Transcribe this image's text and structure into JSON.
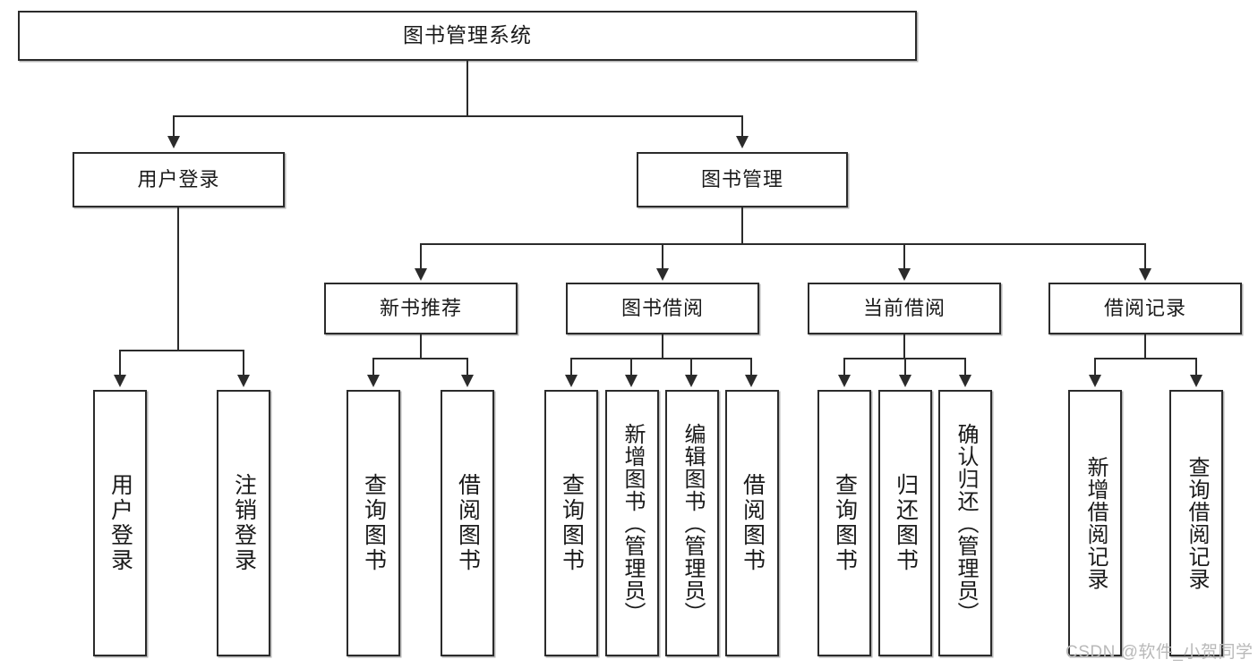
{
  "diagram": {
    "type": "tree-hierarchy",
    "title": "图书管理系统",
    "watermark": "CSDN @软件_小贺同学",
    "colors": {
      "box_border": "#2b2b2b",
      "box_fill": "#ffffff",
      "connector": "#2b2b2b",
      "watermark": "#b9b9b9",
      "background": "#ffffff"
    }
  },
  "nodes": {
    "root": {
      "label": "图书管理系统"
    },
    "level1": [
      {
        "id": "user-login",
        "label": "用户登录"
      },
      {
        "id": "book-manage",
        "label": "图书管理"
      }
    ],
    "level2": [
      {
        "id": "new-book-recommend",
        "label": "新书推荐"
      },
      {
        "id": "book-borrow",
        "label": "图书借阅"
      },
      {
        "id": "current-borrow",
        "label": "当前借阅"
      },
      {
        "id": "borrow-record",
        "label": "借阅记录"
      }
    ],
    "leaves": {
      "user-login": [
        {
          "id": "leaf-user-login",
          "label": "用户登录"
        },
        {
          "id": "leaf-logout",
          "label": "注销登录"
        }
      ],
      "new-book-recommend": [
        {
          "id": "leaf-query-book-1",
          "label": "查询图书"
        },
        {
          "id": "leaf-borrow-book-1",
          "label": "借阅图书"
        }
      ],
      "book-borrow": [
        {
          "id": "leaf-query-book-2",
          "label": "查询图书"
        },
        {
          "id": "leaf-add-book",
          "label": "新增图书（管理员）"
        },
        {
          "id": "leaf-edit-book",
          "label": "编辑图书（管理员）"
        },
        {
          "id": "leaf-borrow-book-2",
          "label": "借阅图书"
        }
      ],
      "current-borrow": [
        {
          "id": "leaf-query-book-3",
          "label": "查询图书"
        },
        {
          "id": "leaf-return-book",
          "label": "归还图书"
        },
        {
          "id": "leaf-confirm-return",
          "label": "确认归还（管理员）"
        }
      ],
      "borrow-record": [
        {
          "id": "leaf-add-record",
          "label": "新增借阅记录"
        },
        {
          "id": "leaf-query-record",
          "label": "查询借阅记录"
        }
      ]
    }
  }
}
